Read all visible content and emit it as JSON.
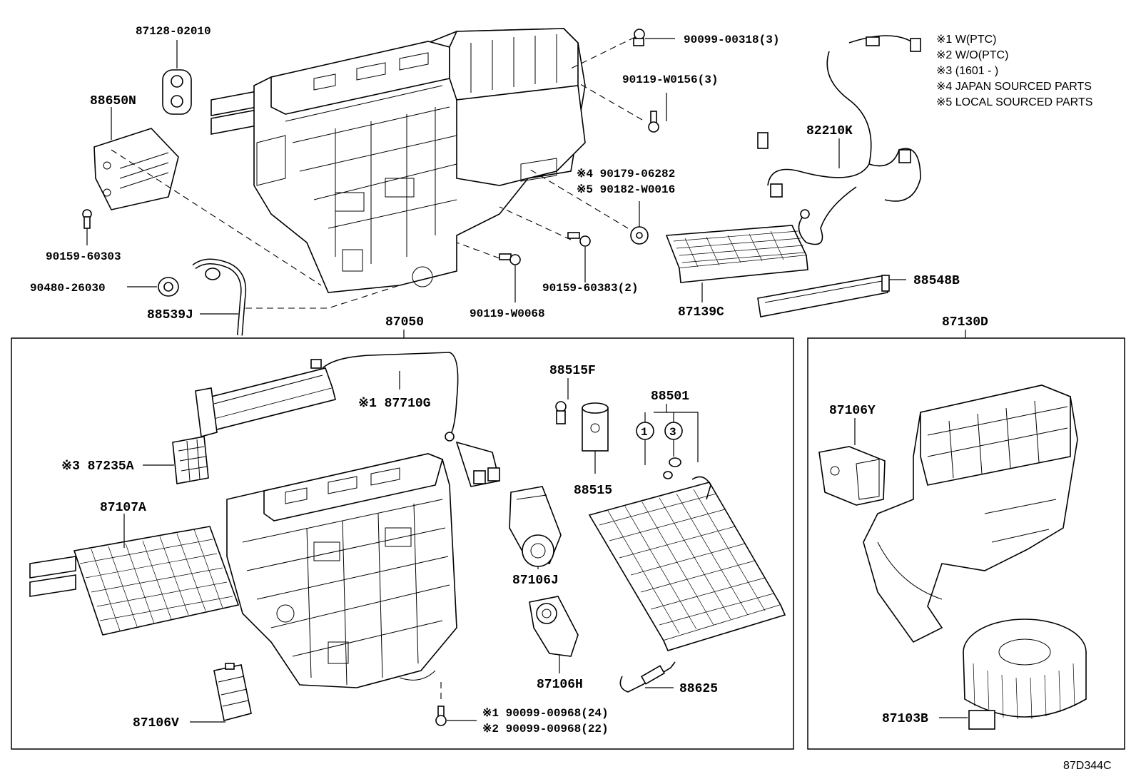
{
  "notes": [
    "※1 W(PTC)",
    "※2 W/O(PTC)",
    "※3 (1601 -      )",
    "※4 JAPAN SOURCED PARTS",
    "※5 LOCAL SOURCED PARTS"
  ],
  "labels": {
    "p87128": "87128-02010",
    "p88650N": "88650N",
    "p90159_60303": "90159-60303",
    "p90480": "90480-26030",
    "p88539J": "88539J",
    "p90099_00318": "90099-00318(3)",
    "p90119_W0156": "90119-W0156(3)",
    "p90179": "※4 90179-06282",
    "p90182": "※5 90182-W0016",
    "p90159_60383": "90159-60383(2)",
    "p90119_W0068": "90119-W0068",
    "p82210K": "82210K",
    "p87139C": "87139C",
    "p88548B": "88548B",
    "p87050": "87050",
    "p87130D": "87130D",
    "p87710G": "※1 87710G",
    "p87235A": "※3 87235A",
    "p87107A": "87107A",
    "p88515F": "88515F",
    "p88515": "88515",
    "p88501": "88501",
    "p87106J": "87106J",
    "p87106H": "87106H",
    "p88625": "88625",
    "p87106V": "87106V",
    "p90099_00968_24": "※1 90099-00968(24)",
    "p90099_00968_22": "※2 90099-00968(22)",
    "p87106Y": "87106Y",
    "p87103B": "87103B",
    "circle1": "1",
    "circle3": "3"
  },
  "diagram_code": "87D344C",
  "colors": {
    "line": "#000000",
    "background": "#ffffff"
  }
}
